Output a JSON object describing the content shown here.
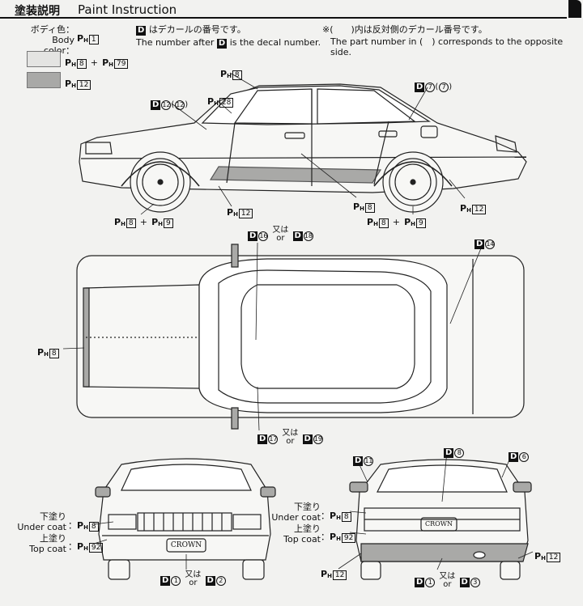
{
  "header": {
    "title_jp": "塗装説明",
    "title_en": "Paint Instruction"
  },
  "body_color": {
    "label_jp": "ボディ色：",
    "label_en": "Body color：",
    "paint": "1"
  },
  "decal_note": {
    "symbol": "D",
    "jp": "はデカールの番号です。",
    "en_before": "The number after",
    "en_after": "is the decal number."
  },
  "opposite_note": {
    "jp": "※(　　)内は反対側のデカール番号です。",
    "en": "The part number in (　) corresponds to the opposite side."
  },
  "swatches": [
    {
      "paint_a": "8",
      "plus": "+",
      "paint_b": "79",
      "color": "#e4e4e2"
    },
    {
      "paint_a": "12",
      "color": "#a9a9a7"
    }
  ],
  "side_view": {
    "roof_paint": "8",
    "pillar_paint": "28",
    "decal_left": {
      "num": "12",
      "opp": "12"
    },
    "decal_right": {
      "num": "7",
      "opp": "7"
    },
    "lower_paint_mid": "8",
    "lower_paint_bottom": "12",
    "lower_paint_right": "12",
    "wheel_front": {
      "a": "8",
      "plus": "+",
      "b": "9"
    },
    "wheel_rear": {
      "a": "8",
      "plus": "+",
      "b": "9"
    }
  },
  "top_view": {
    "side_paint": "8",
    "decal_top": {
      "a": "16",
      "mid_jp": "又は",
      "mid_en": "or",
      "b": "18"
    },
    "decal_right": "14",
    "decal_bottom": {
      "a": "17",
      "mid_jp": "又は",
      "mid_en": "or",
      "b": "19"
    }
  },
  "front_view": {
    "under_jp": "下塗り",
    "under_en": "Under coat",
    "under_paint": "8",
    "top_jp": "上塗り",
    "top_en": "Top coat",
    "top_paint": "92",
    "plate_text": "CROWN",
    "decal": {
      "a": "1",
      "mid_jp": "又は",
      "mid_en": "or",
      "b": "2"
    }
  },
  "rear_view": {
    "decal_left": "11",
    "decal_mid": "8",
    "decal_right": "6",
    "under_jp": "下塗り",
    "under_en": "Under coat",
    "under_paint": "8",
    "top_jp": "上塗り",
    "top_en": "Top coat",
    "top_paint": "92",
    "bumper_paint": "12",
    "bumper_paint_right": "12",
    "plate_text": "CROWN",
    "decal": {
      "a": "1",
      "mid_jp": "又は",
      "mid_en": "or",
      "b": "3"
    }
  }
}
